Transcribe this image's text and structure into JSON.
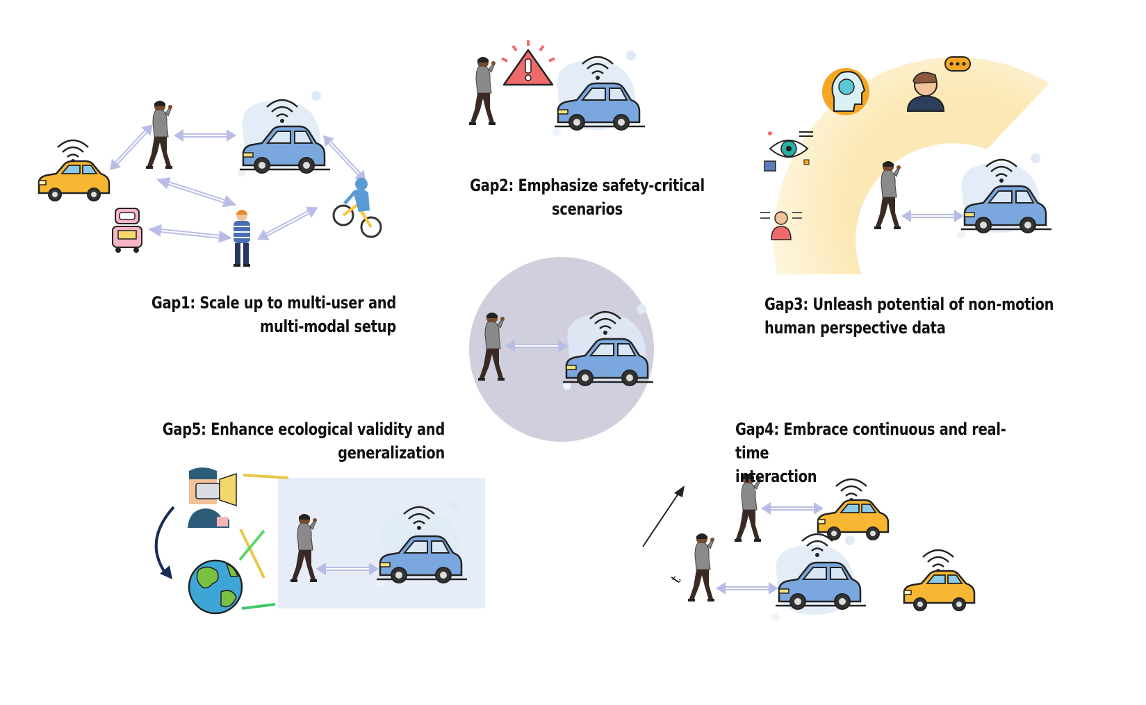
{
  "gaps": [
    {
      "id": "gap1",
      "line1": "Gap1: Scale up to multi-user and",
      "line2": "multi-modal setup"
    },
    {
      "id": "gap2",
      "line1": "Gap2: Emphasize safety-critical",
      "line2": "scenarios"
    },
    {
      "id": "gap3",
      "line1": "Gap3: Unleash potential of non-motion",
      "line2": "human perspective data"
    },
    {
      "id": "gap4",
      "line1": "Gap4: Embrace continuous and real-time",
      "line2": "interaction"
    },
    {
      "id": "gap5",
      "line1": "Gap5: Enhance ecological validity and",
      "line2": "generalization"
    }
  ],
  "time_axis_label": "t",
  "colors": {
    "blue_car": "#7aa7dd",
    "yellow_car": "#f7b733",
    "arrow": "#bfc3ea",
    "center_circle": "#cfcfdd",
    "gap3_arc": "#fbe7b0",
    "gap5_panel": "#e6edf8",
    "warning": "#ef6b6b"
  }
}
